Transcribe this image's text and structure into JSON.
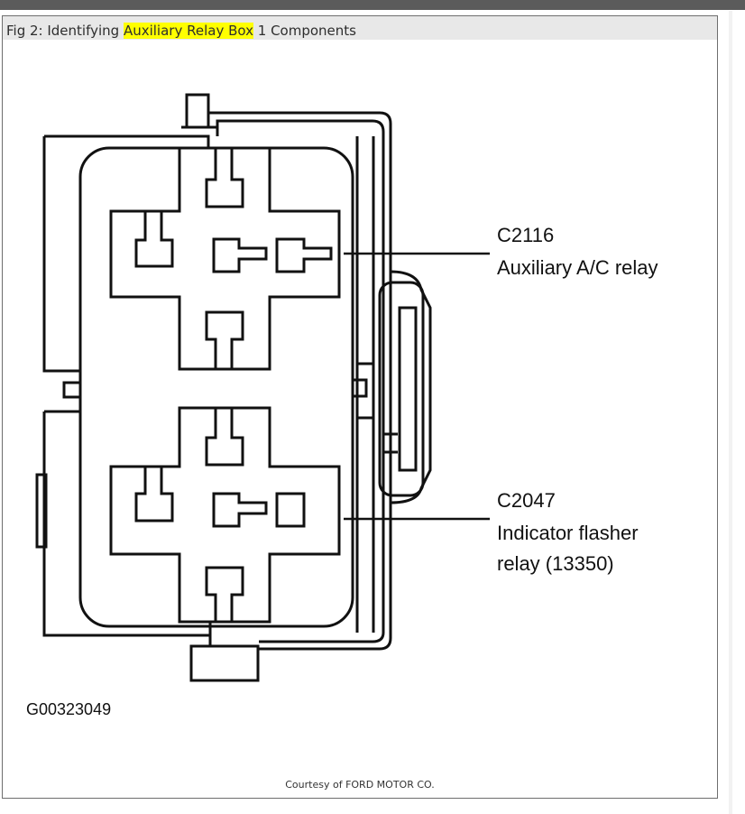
{
  "caption": {
    "prefix": "Fig 2: Identifying ",
    "highlight": "Auxiliary Relay Box",
    "suffix": " 1 Components"
  },
  "colors": {
    "highlight": "#ffff00",
    "ink": "#111111"
  },
  "diagram": {
    "callouts": [
      {
        "code": "C2116",
        "name_lines": [
          "Auxiliary A/C relay"
        ]
      },
      {
        "code": "C2047",
        "name_lines": [
          "Indicator flasher",
          "relay (13350)"
        ]
      }
    ],
    "figure_id": "G00323049",
    "credit": "Courtesy of FORD MOTOR CO."
  }
}
